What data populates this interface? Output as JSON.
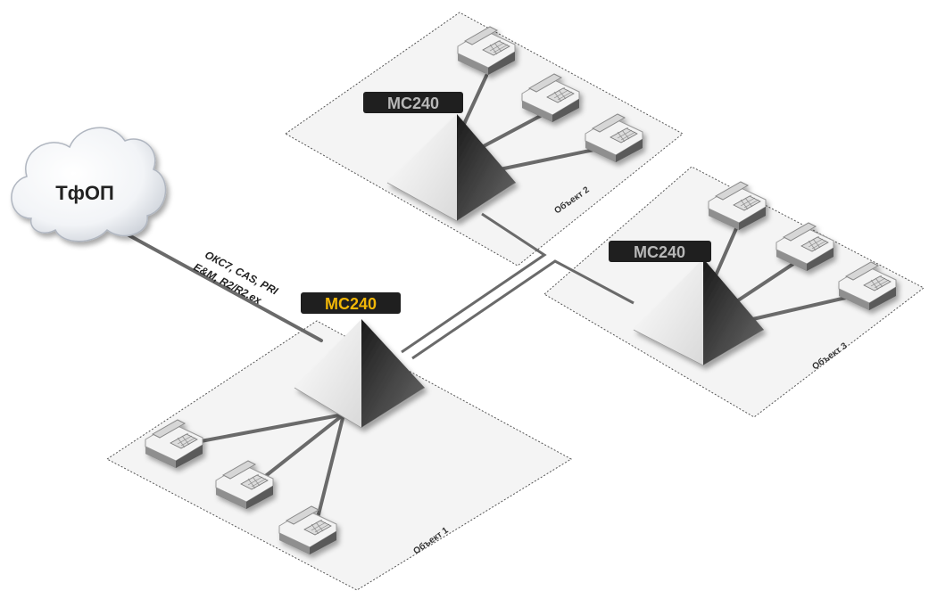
{
  "diagram": {
    "cloud": {
      "label": "ТфОП"
    },
    "protocols": {
      "line1": "ОКС7, CAS, PRI",
      "line2": "E&M, R2/R2.ex"
    },
    "sites": [
      {
        "object_label": "Объект 1",
        "device_label": "МС240",
        "label_text_color": "#f2b707",
        "label_bg_color": "#1f1f1f"
      },
      {
        "object_label": "Объект 2",
        "device_label": "МС240",
        "label_text_color": "#b8b8b8",
        "label_bg_color": "#1f1f1f"
      },
      {
        "object_label": "Объект 3",
        "device_label": "МС240",
        "label_text_color": "#b8b8b8",
        "label_bg_color": "#1f1f1f"
      }
    ]
  }
}
